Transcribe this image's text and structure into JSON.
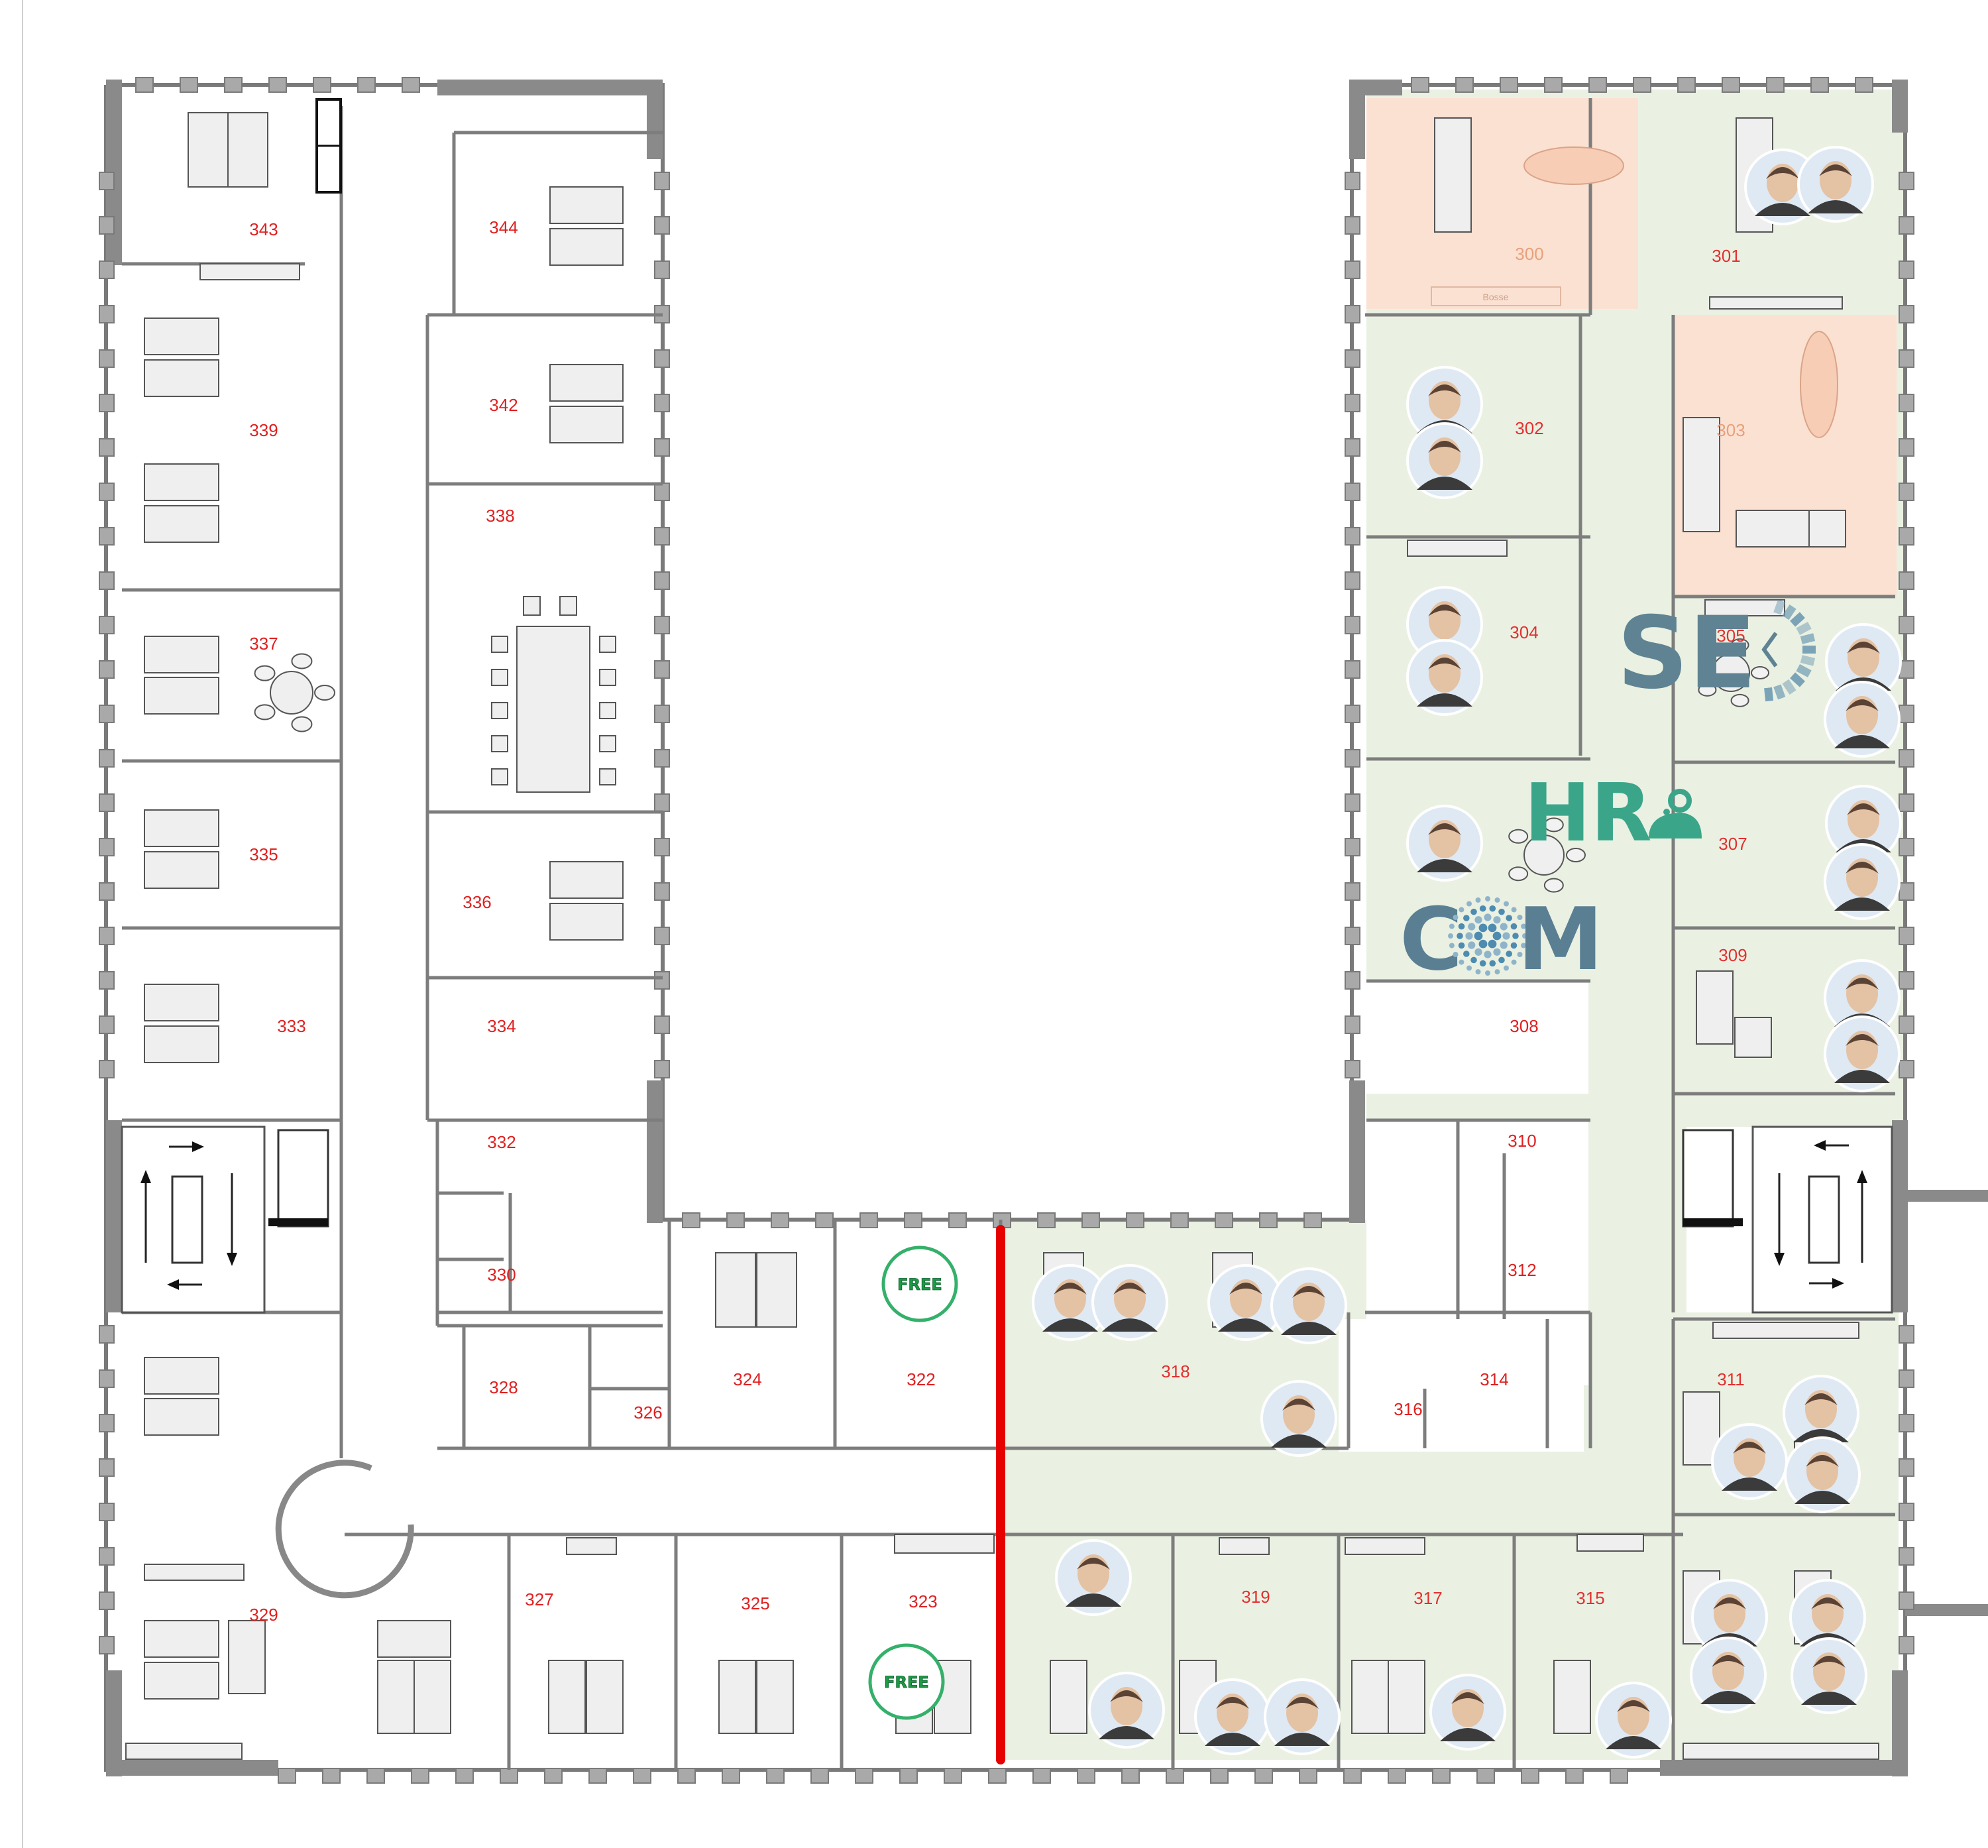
{
  "floorplan": {
    "rooms": [
      {
        "id": "r343",
        "label": "343"
      },
      {
        "id": "r344",
        "label": "344"
      },
      {
        "id": "r339",
        "label": "339"
      },
      {
        "id": "r342",
        "label": "342"
      },
      {
        "id": "r338",
        "label": "338"
      },
      {
        "id": "r337",
        "label": "337"
      },
      {
        "id": "r335",
        "label": "335"
      },
      {
        "id": "r336",
        "label": "336"
      },
      {
        "id": "r333",
        "label": "333"
      },
      {
        "id": "r334",
        "label": "334"
      },
      {
        "id": "r332",
        "label": "332"
      },
      {
        "id": "r330",
        "label": "330"
      },
      {
        "id": "r328",
        "label": "328"
      },
      {
        "id": "r326",
        "label": "326"
      },
      {
        "id": "r324",
        "label": "324"
      },
      {
        "id": "r322",
        "label": "322"
      },
      {
        "id": "r329",
        "label": "329"
      },
      {
        "id": "r327",
        "label": "327"
      },
      {
        "id": "r325",
        "label": "325"
      },
      {
        "id": "r323",
        "label": "323"
      },
      {
        "id": "r318",
        "label": "318"
      },
      {
        "id": "r316",
        "label": "316"
      },
      {
        "id": "r314",
        "label": "314"
      },
      {
        "id": "r319",
        "label": "319"
      },
      {
        "id": "r317",
        "label": "317"
      },
      {
        "id": "r315",
        "label": "315"
      },
      {
        "id": "r300",
        "label": "300"
      },
      {
        "id": "r301",
        "label": "301"
      },
      {
        "id": "r302",
        "label": "302"
      },
      {
        "id": "r303",
        "label": "303"
      },
      {
        "id": "r304",
        "label": "304"
      },
      {
        "id": "r305",
        "label": "305"
      },
      {
        "id": "r307",
        "label": "307"
      },
      {
        "id": "r309",
        "label": "309"
      },
      {
        "id": "r308",
        "label": "308"
      },
      {
        "id": "r310",
        "label": "310"
      },
      {
        "id": "r312",
        "label": "312"
      },
      {
        "id": "r311",
        "label": "311"
      }
    ],
    "free_label": "FREE",
    "desk_label_300": "Bosse",
    "logos": {
      "se": "SE",
      "hr": "HR",
      "com_c": "C",
      "com_m": "M"
    },
    "colors": {
      "occupied": "#eaf1e2",
      "meeting": "#fbe1d2",
      "divider": "#e60000",
      "label": "#e02020"
    }
  }
}
